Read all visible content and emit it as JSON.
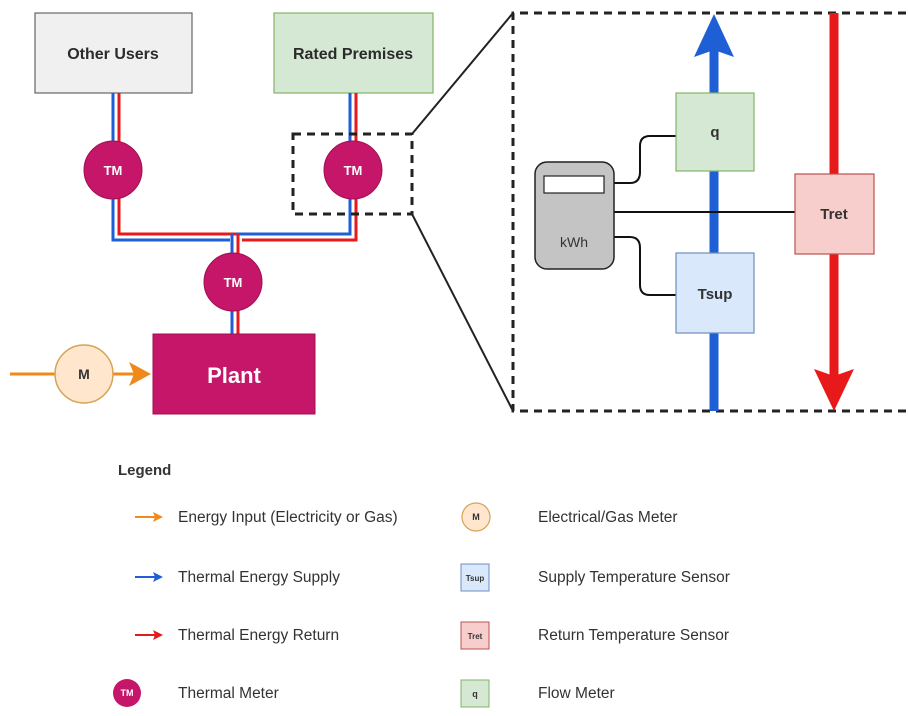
{
  "colors": {
    "supply": "#1f5fd6",
    "return": "#e8191b",
    "energy": "#f0881a",
    "thermal_meter": "#c5166a",
    "plant": "#c5166a",
    "meter_fill": "#ffe6cc",
    "meter_stroke": "#d6a357",
    "tsup_fill": "#dae8fc",
    "tret_fill": "#f8cecc",
    "q_fill": "#d5e8d4",
    "grey_box": "#f0f0f0",
    "kwh_fill": "#c4c4c4"
  },
  "nodes": {
    "other_users": "Other Users",
    "rated_premises": "Rated Premises",
    "tm_left": "TM",
    "tm_right": "TM",
    "tm_center": "TM",
    "plant": "Plant",
    "meter": "M"
  },
  "detail": {
    "q": "q",
    "kwh": "kWh",
    "tsup": "Tsup",
    "tret": "Tret"
  },
  "legend": {
    "title": "Legend",
    "items": [
      {
        "label": "Energy Input (Electricity or Gas)",
        "icon": "orange-arrow-icon"
      },
      {
        "label": "Thermal Energy Supply",
        "icon": "blue-arrow-icon"
      },
      {
        "label": "Thermal Energy Return",
        "icon": "red-arrow-icon"
      },
      {
        "label": "Thermal Meter",
        "icon": "thermal-meter-icon",
        "glyph": "TM"
      },
      {
        "label": "Electrical/Gas Meter",
        "icon": "meter-icon",
        "glyph": "M"
      },
      {
        "label": "Supply Temperature Sensor",
        "icon": "tsup-icon",
        "glyph": "Tsup"
      },
      {
        "label": "Return Temperature Sensor",
        "icon": "tret-icon",
        "glyph": "Tret"
      },
      {
        "label": "Flow Meter",
        "icon": "flow-meter-icon",
        "glyph": "q"
      }
    ]
  }
}
